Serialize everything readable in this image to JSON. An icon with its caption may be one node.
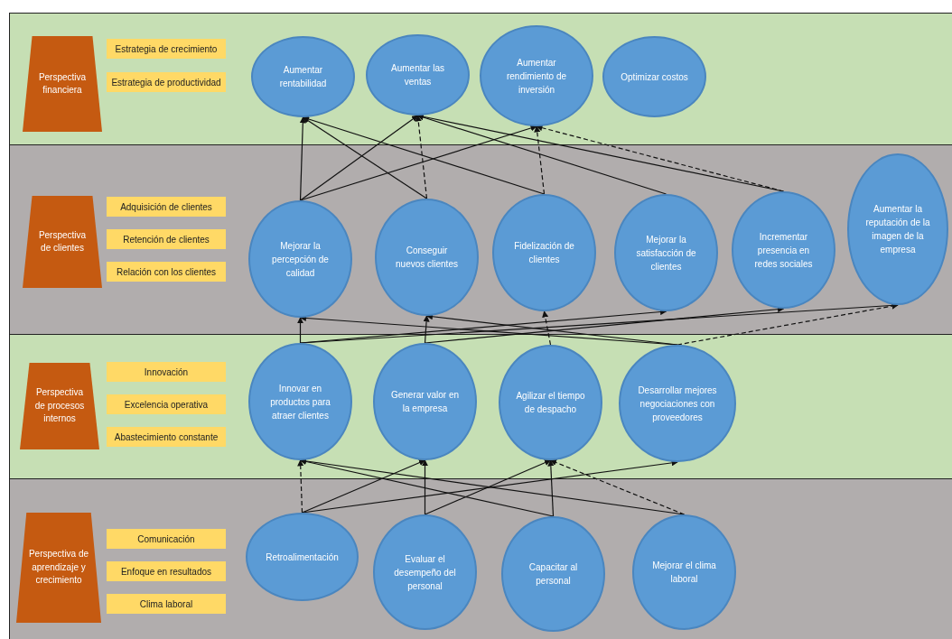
{
  "diagram": {
    "nodes": [
      {
        "text": [
          "Perspectiva financiera"
        ]
      },
      {
        "text": [
          "Estrategia de crecimiento"
        ]
      },
      {
        "text": [
          "Estrategia de productividad"
        ]
      },
      {
        "text": [
          "Aumentar rentabilidad"
        ]
      },
      {
        "text": [
          "Aumentar las ventas"
        ]
      },
      {
        "text": [
          "Aumentar rendimiento de inversión"
        ]
      },
      {
        "text": [
          "Optimizar costos"
        ]
      },
      {
        "text": [
          "Perspectiva de clientes"
        ]
      },
      {
        "text": [
          "Adquisición de clientes"
        ]
      },
      {
        "text": [
          "Retención de clientes"
        ]
      },
      {
        "text": [
          "Relación con los clientes"
        ]
      },
      {
        "text": [
          "Mejorar la percepción de calidad"
        ]
      },
      {
        "text": [
          "Conseguir nuevos clientes"
        ]
      },
      {
        "text": [
          "Fidelización de clientes"
        ]
      },
      {
        "text": [
          "Mejorar la satisfacción de clientes"
        ]
      },
      {
        "text": [
          "Incrementar presencia en redes sociales"
        ]
      },
      {
        "text": [
          "Aumentar la reputación de la imagen de la empresa"
        ]
      },
      {
        "text": [
          "Perspectiva de procesos internos"
        ]
      },
      {
        "text": [
          "Innovación"
        ]
      },
      {
        "text": [
          "Excelencia operativa"
        ]
      },
      {
        "text": [
          "Abastecimiento constante"
        ]
      },
      {
        "text": [
          "Innovar en productos para atraer clientes"
        ]
      },
      {
        "text": [
          "Generar valor en la empresa"
        ]
      },
      {
        "text": [
          "Agilizar el tiempo de despacho"
        ]
      },
      {
        "text": [
          "Desarrollar mejores negociaciones con proveedores"
        ]
      },
      {
        "text": [
          "Perspectiva de aprendizaje y crecimiento"
        ]
      },
      {
        "text": [
          "Comunicación"
        ]
      },
      {
        "text": [
          "Enfoque en resultados"
        ]
      },
      {
        "text": [
          "Clima laboral"
        ]
      },
      {
        "text": [
          "Retroalimentación"
        ]
      },
      {
        "text": [
          "Evaluar el desempeño del personal"
        ]
      },
      {
        "text": [
          "Capacitar al personal"
        ]
      },
      {
        "text": [
          "Mejorar el clima laboral"
        ]
      }
    ],
    "edges": [
      {
        "from": 11,
        "to": 3,
        "arrow": "to"
      },
      {
        "from": 12,
        "to": 3,
        "arrow": "to"
      },
      {
        "from": 11,
        "to": 4,
        "arrow": "to"
      },
      {
        "from": 12,
        "to": 4,
        "arrow": "to",
        "style": "dashed"
      },
      {
        "from": 11,
        "to": 5,
        "arrow": "to"
      },
      {
        "from": 13,
        "to": 3,
        "arrow": "to"
      },
      {
        "from": 14,
        "to": 4,
        "arrow": "to"
      },
      {
        "from": 15,
        "to": 4,
        "arrow": "to"
      },
      {
        "from": 13,
        "to": 5,
        "arrow": "to",
        "style": "dashed"
      },
      {
        "from": 15,
        "to": 5,
        "arrow": "to",
        "style": "dashed"
      },
      {
        "from": 21,
        "to": 11,
        "arrow": "to"
      },
      {
        "from": 22,
        "to": 12,
        "arrow": "to"
      },
      {
        "from": 23,
        "to": 13,
        "arrow": "to",
        "style": "dashed"
      },
      {
        "from": 24,
        "to": 11,
        "arrow": "to"
      },
      {
        "from": 21,
        "to": 14,
        "arrow": "to"
      },
      {
        "from": 22,
        "to": 15,
        "arrow": "to"
      },
      {
        "from": 21,
        "to": 16,
        "arrow": "to"
      },
      {
        "from": 24,
        "to": 16,
        "arrow": "to",
        "style": "dashed"
      },
      {
        "from": 24,
        "to": 12,
        "arrow": "to"
      },
      {
        "from": 29,
        "to": 21,
        "arrow": "to",
        "style": "dashed"
      },
      {
        "from": 29,
        "to": 22,
        "arrow": "to"
      },
      {
        "from": 29,
        "to": 24,
        "arrow": "to"
      },
      {
        "from": 30,
        "to": 22,
        "arrow": "to"
      },
      {
        "from": 30,
        "to": 23,
        "arrow": "to"
      },
      {
        "from": 31,
        "to": 23,
        "arrow": "to"
      },
      {
        "from": 32,
        "to": 23,
        "arrow": "to",
        "style": "dashed"
      },
      {
        "from": 32,
        "to": 21,
        "arrow": "to"
      },
      {
        "from": 31,
        "to": 21,
        "arrow": "to"
      }
    ]
  }
}
